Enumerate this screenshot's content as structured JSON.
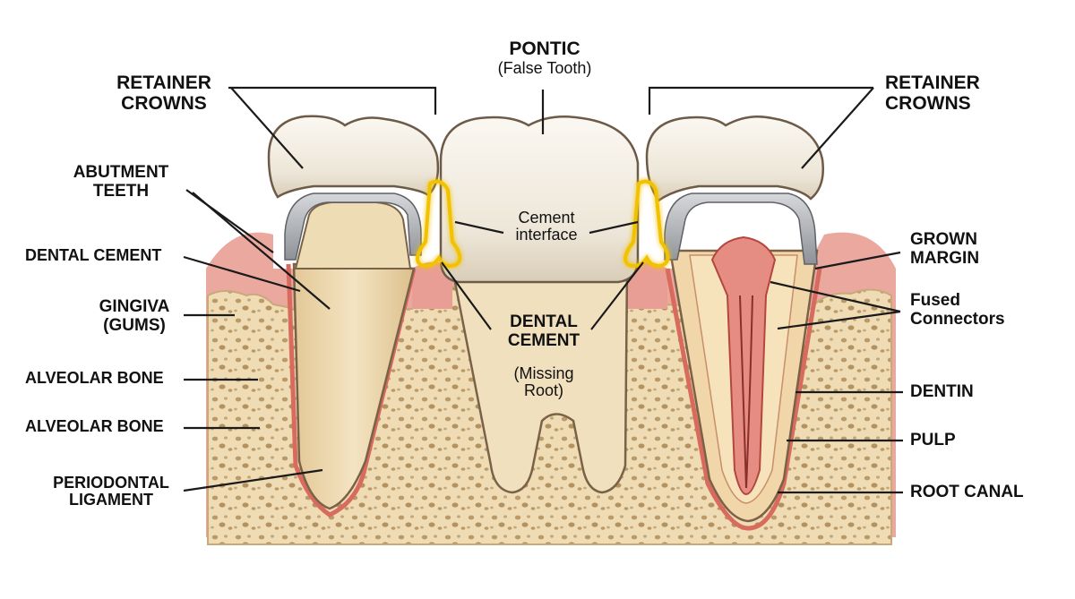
{
  "labels": {
    "pontic_title": "PONTIC",
    "pontic_sub": "(False Tooth)",
    "retainer_left": [
      "RETAINER",
      "CROWNS"
    ],
    "retainer_right": [
      "RETAINER",
      "CROWNS"
    ],
    "abutment": [
      "ABUTMENT",
      "TEETH"
    ],
    "dental_cement_left": "DENTAL CEMENT",
    "gingiva": [
      "GINGIVA",
      "(GUMS)"
    ],
    "alveolar_1": "ALVEOLAR BONE",
    "alveolar_2": "ALVEOLAR BONE",
    "periodontal": [
      "PERIODONTAL",
      "LIGAMENT"
    ],
    "cement_interface": [
      "Cement",
      "interface"
    ],
    "dental_cement_center": [
      "DENTAL",
      "CEMENT"
    ],
    "missing_root": [
      "(Missing",
      "Root)"
    ],
    "grown_margin": [
      "GROWN",
      "MARGIN"
    ],
    "fused_connectors": [
      "Fused",
      "Connectors"
    ],
    "dentin": "DENTIN",
    "pulp": "PULP",
    "root_canal": "ROOT CANAL"
  },
  "colors": {
    "enamel": "#f3efe6",
    "bone": "#efdcb4",
    "gum": "#e9a59c",
    "metal": "#a9acb0",
    "cement_glow": "#f2c200",
    "pulp": "#e0766c",
    "outline": "#5a4a3c"
  }
}
